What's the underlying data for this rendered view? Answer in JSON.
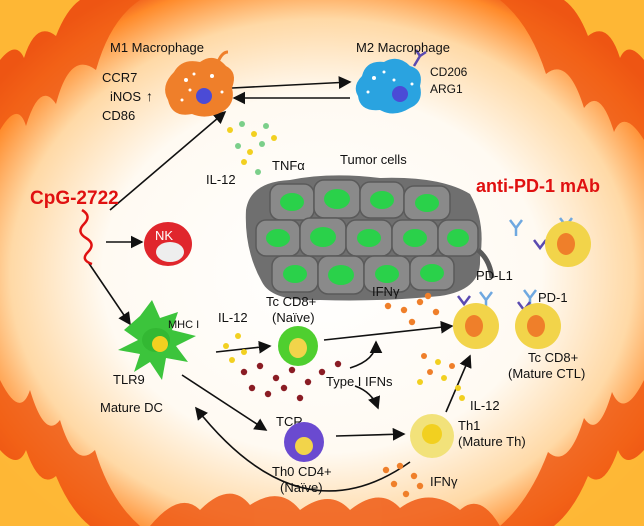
{
  "labels": {
    "m1_title": "M1 Macrophage",
    "m2_title": "M2 Macrophage",
    "ccr7": "CCR7",
    "inos": "iNOS",
    "cd86": "CD86",
    "up_arrow": "↑",
    "cd206": "CD206",
    "arg1": "ARG1",
    "il12_top": "IL-12",
    "tnfa": "TNFα",
    "tumor_cells": "Tumor cells",
    "cpg": "CpG-2722",
    "nk": "NK",
    "anti_pd1": "anti-PD-1 mAb",
    "pdl1": "PD-L1",
    "pd1": "PD-1",
    "mhc": "MHC I",
    "il12_dc": "IL-12",
    "tc_naive_1": "Tc CD8+",
    "tc_naive_2": "(Naïve)",
    "ifng_top": "IFNγ",
    "tlr9": "TLR9",
    "mature_dc": "Mature DC",
    "type1_ifn": "Type I IFNs",
    "tc_mature_1": "Tc CD8+",
    "tc_mature_2": "(Mature CTL)",
    "il12_th1": "IL-12",
    "tcr": "TCR",
    "th1_1": "Th1",
    "th1_2": "(Mature Th)",
    "th0_1": "Th0 CD4+",
    "th0_2": "(Naïve)",
    "ifng_bottom": "IFNγ"
  },
  "colors": {
    "m1": "#ef7f2a",
    "m2": "#2aa3e0",
    "tumor_gray": "#7d7d7d",
    "tumor_nucleus": "#2ad14a",
    "red_text": "#e01010",
    "dc_green": "#3cc43c",
    "tcell_yellow": "#f2d44a",
    "th0_purple": "#6a4ad0",
    "nk_red": "#e0262c",
    "dot_dark": "#8a1c24",
    "dot_orange": "#ef7f2a",
    "dot_yellow": "#f2d020",
    "dot_green": "#7bcf8a"
  }
}
